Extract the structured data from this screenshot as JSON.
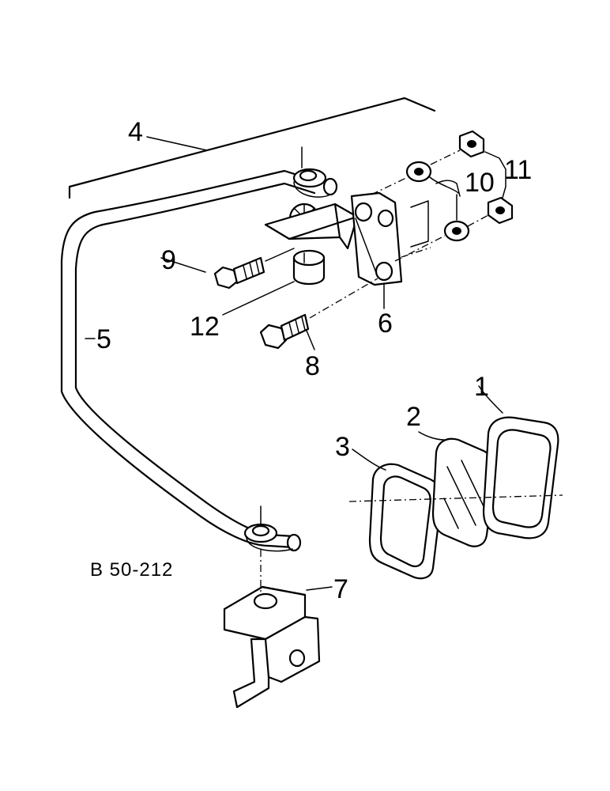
{
  "figure": {
    "code": "B 50-212",
    "callouts": [
      {
        "id": "1",
        "text": "1"
      },
      {
        "id": "2",
        "text": "2"
      },
      {
        "id": "3",
        "text": "3"
      },
      {
        "id": "4",
        "text": "4"
      },
      {
        "id": "5",
        "text": "5"
      },
      {
        "id": "6",
        "text": "6"
      },
      {
        "id": "7",
        "text": "7"
      },
      {
        "id": "8",
        "text": "8"
      },
      {
        "id": "9",
        "text": "9"
      },
      {
        "id": "10",
        "text": "10"
      },
      {
        "id": "11",
        "text": "11"
      },
      {
        "id": "12",
        "text": "12"
      }
    ]
  }
}
